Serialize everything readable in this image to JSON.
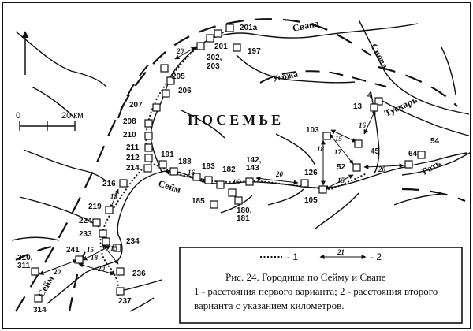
{
  "region_label": "ПОСЕМЬЕ",
  "rivers": {
    "svapa": "Свапа",
    "snova": "Снова",
    "usozha": "Усожа",
    "tuskar": "Тускарь",
    "rat": "Рать",
    "seym_mid": "Сейм",
    "seym_left": "Сейм"
  },
  "scale": {
    "zero": "0",
    "twenty": "20 км"
  },
  "sites": [
    "201а",
    "201",
    "197",
    "202,",
    "203",
    "205",
    "206",
    "207",
    "208",
    "210",
    "211",
    "212",
    "214",
    "191",
    "188",
    "183",
    "182",
    "142,",
    "143",
    "185",
    "180,",
    "181",
    "126",
    "105",
    "103",
    "4",
    "13",
    "45",
    "52",
    "64",
    "54",
    "216",
    "219",
    "224",
    "233",
    "234",
    "241",
    "236",
    "237",
    "310,",
    "311",
    "314"
  ],
  "distances": [
    "20",
    "16",
    "15",
    "15",
    "18",
    "17",
    "16",
    "20",
    "15",
    "16",
    "20",
    "15",
    "18",
    "20",
    "15",
    "20",
    "21"
  ],
  "legend": {
    "item1": "- 1",
    "item2": "- 2",
    "arrow_value": "21"
  },
  "caption": {
    "line1": "Рис. 24. Городища по Сейму и Свапе",
    "line2": "1 - расстояния первого варианта; 2 - расстояния второго",
    "line3": "варианта с указанием километров."
  }
}
